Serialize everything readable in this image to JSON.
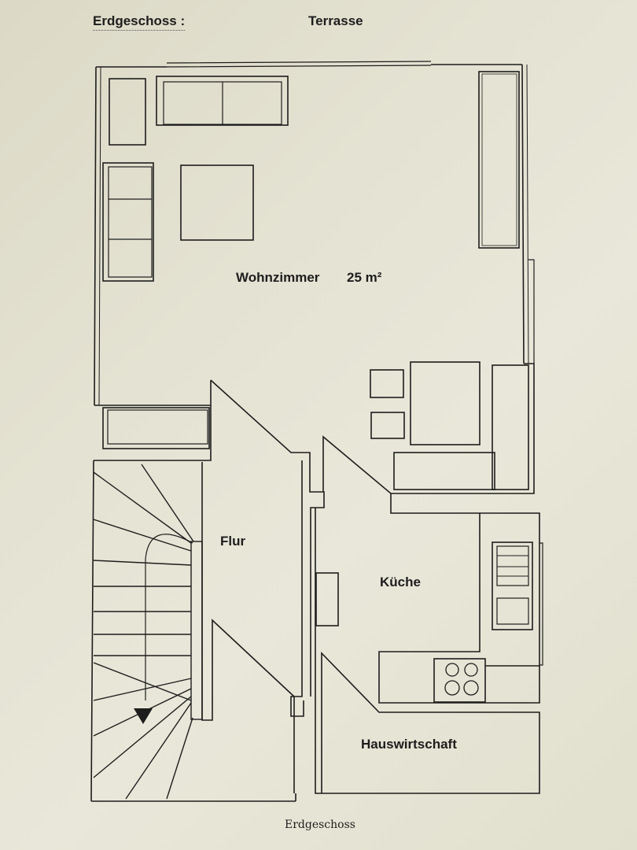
{
  "header": {
    "floor_label": "Erdgeschoss :",
    "terrace_label": "Terrasse"
  },
  "rooms": {
    "living": {
      "name": "Wohnzimmer",
      "area": "25 m²"
    },
    "hallway": {
      "name": "Flur"
    },
    "kitchen": {
      "name": "Küche"
    },
    "utility": {
      "name": "Hauswirtschaft"
    }
  },
  "footer": {
    "caption": "Erdgeschoss"
  },
  "colors": {
    "paper": "#e4e2d2",
    "ink": "#1d1d1d"
  },
  "icons": [
    "stair-arrow-icon",
    "stove-burner-icon"
  ]
}
